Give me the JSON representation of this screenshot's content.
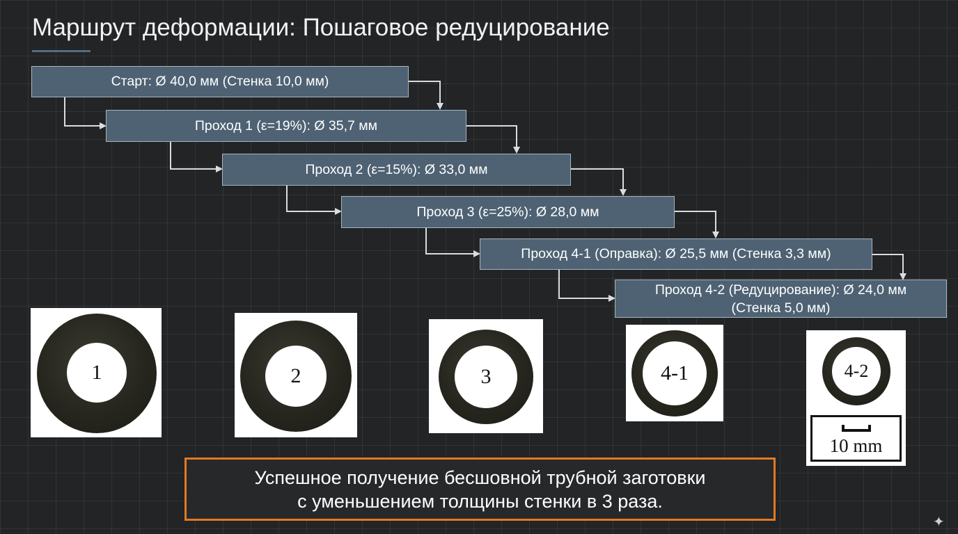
{
  "title": "Маршрут деформации: Пошаговое редуцирование",
  "steps": [
    {
      "line1": "Старт: Ø 40,0 мм (Стенка 10,0 мм)",
      "line2": ""
    },
    {
      "line1": "Проход 1 (ε=19%): Ø 35,7 мм",
      "line2": ""
    },
    {
      "line1": "Проход 2 (ε=15%): Ø 33,0 мм",
      "line2": ""
    },
    {
      "line1": "Проход 3 (ε=25%): Ø 28,0 мм",
      "line2": ""
    },
    {
      "line1": "Проход 4-1 (Оправка): Ø 25,5 мм (Стенка 3,3 мм)",
      "line2": ""
    },
    {
      "line1": "Проход 4-2 (Редуцирование): Ø 24,0 мм",
      "line2": "(Стенка 5,0 мм)"
    }
  ],
  "samples": [
    {
      "label": "1"
    },
    {
      "label": "2"
    },
    {
      "label": "3"
    },
    {
      "label": "4-1"
    },
    {
      "label": "4-2"
    }
  ],
  "scale_bar": {
    "label": "10 mm"
  },
  "conclusion": {
    "line1": "Успешное получение бесшовной трубной заготовки",
    "line2": "с уменьшением толщины стенки в 3 раза."
  },
  "watermark_icon": "sparkle-icon",
  "colors": {
    "background": "#222426",
    "step_box": "#4e6273",
    "arrow": "#d8dde1",
    "conclusion_border": "#e07a24",
    "ring": "#26261f"
  }
}
